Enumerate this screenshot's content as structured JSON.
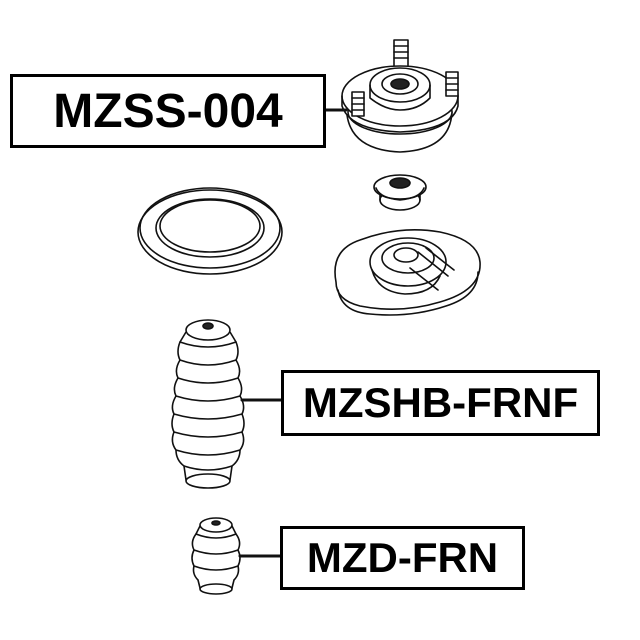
{
  "labels": {
    "top_mount": "MZSS-004",
    "bump_boot": "MZSHB-FRNF",
    "bump_stop": "MZD-FRN"
  }
}
